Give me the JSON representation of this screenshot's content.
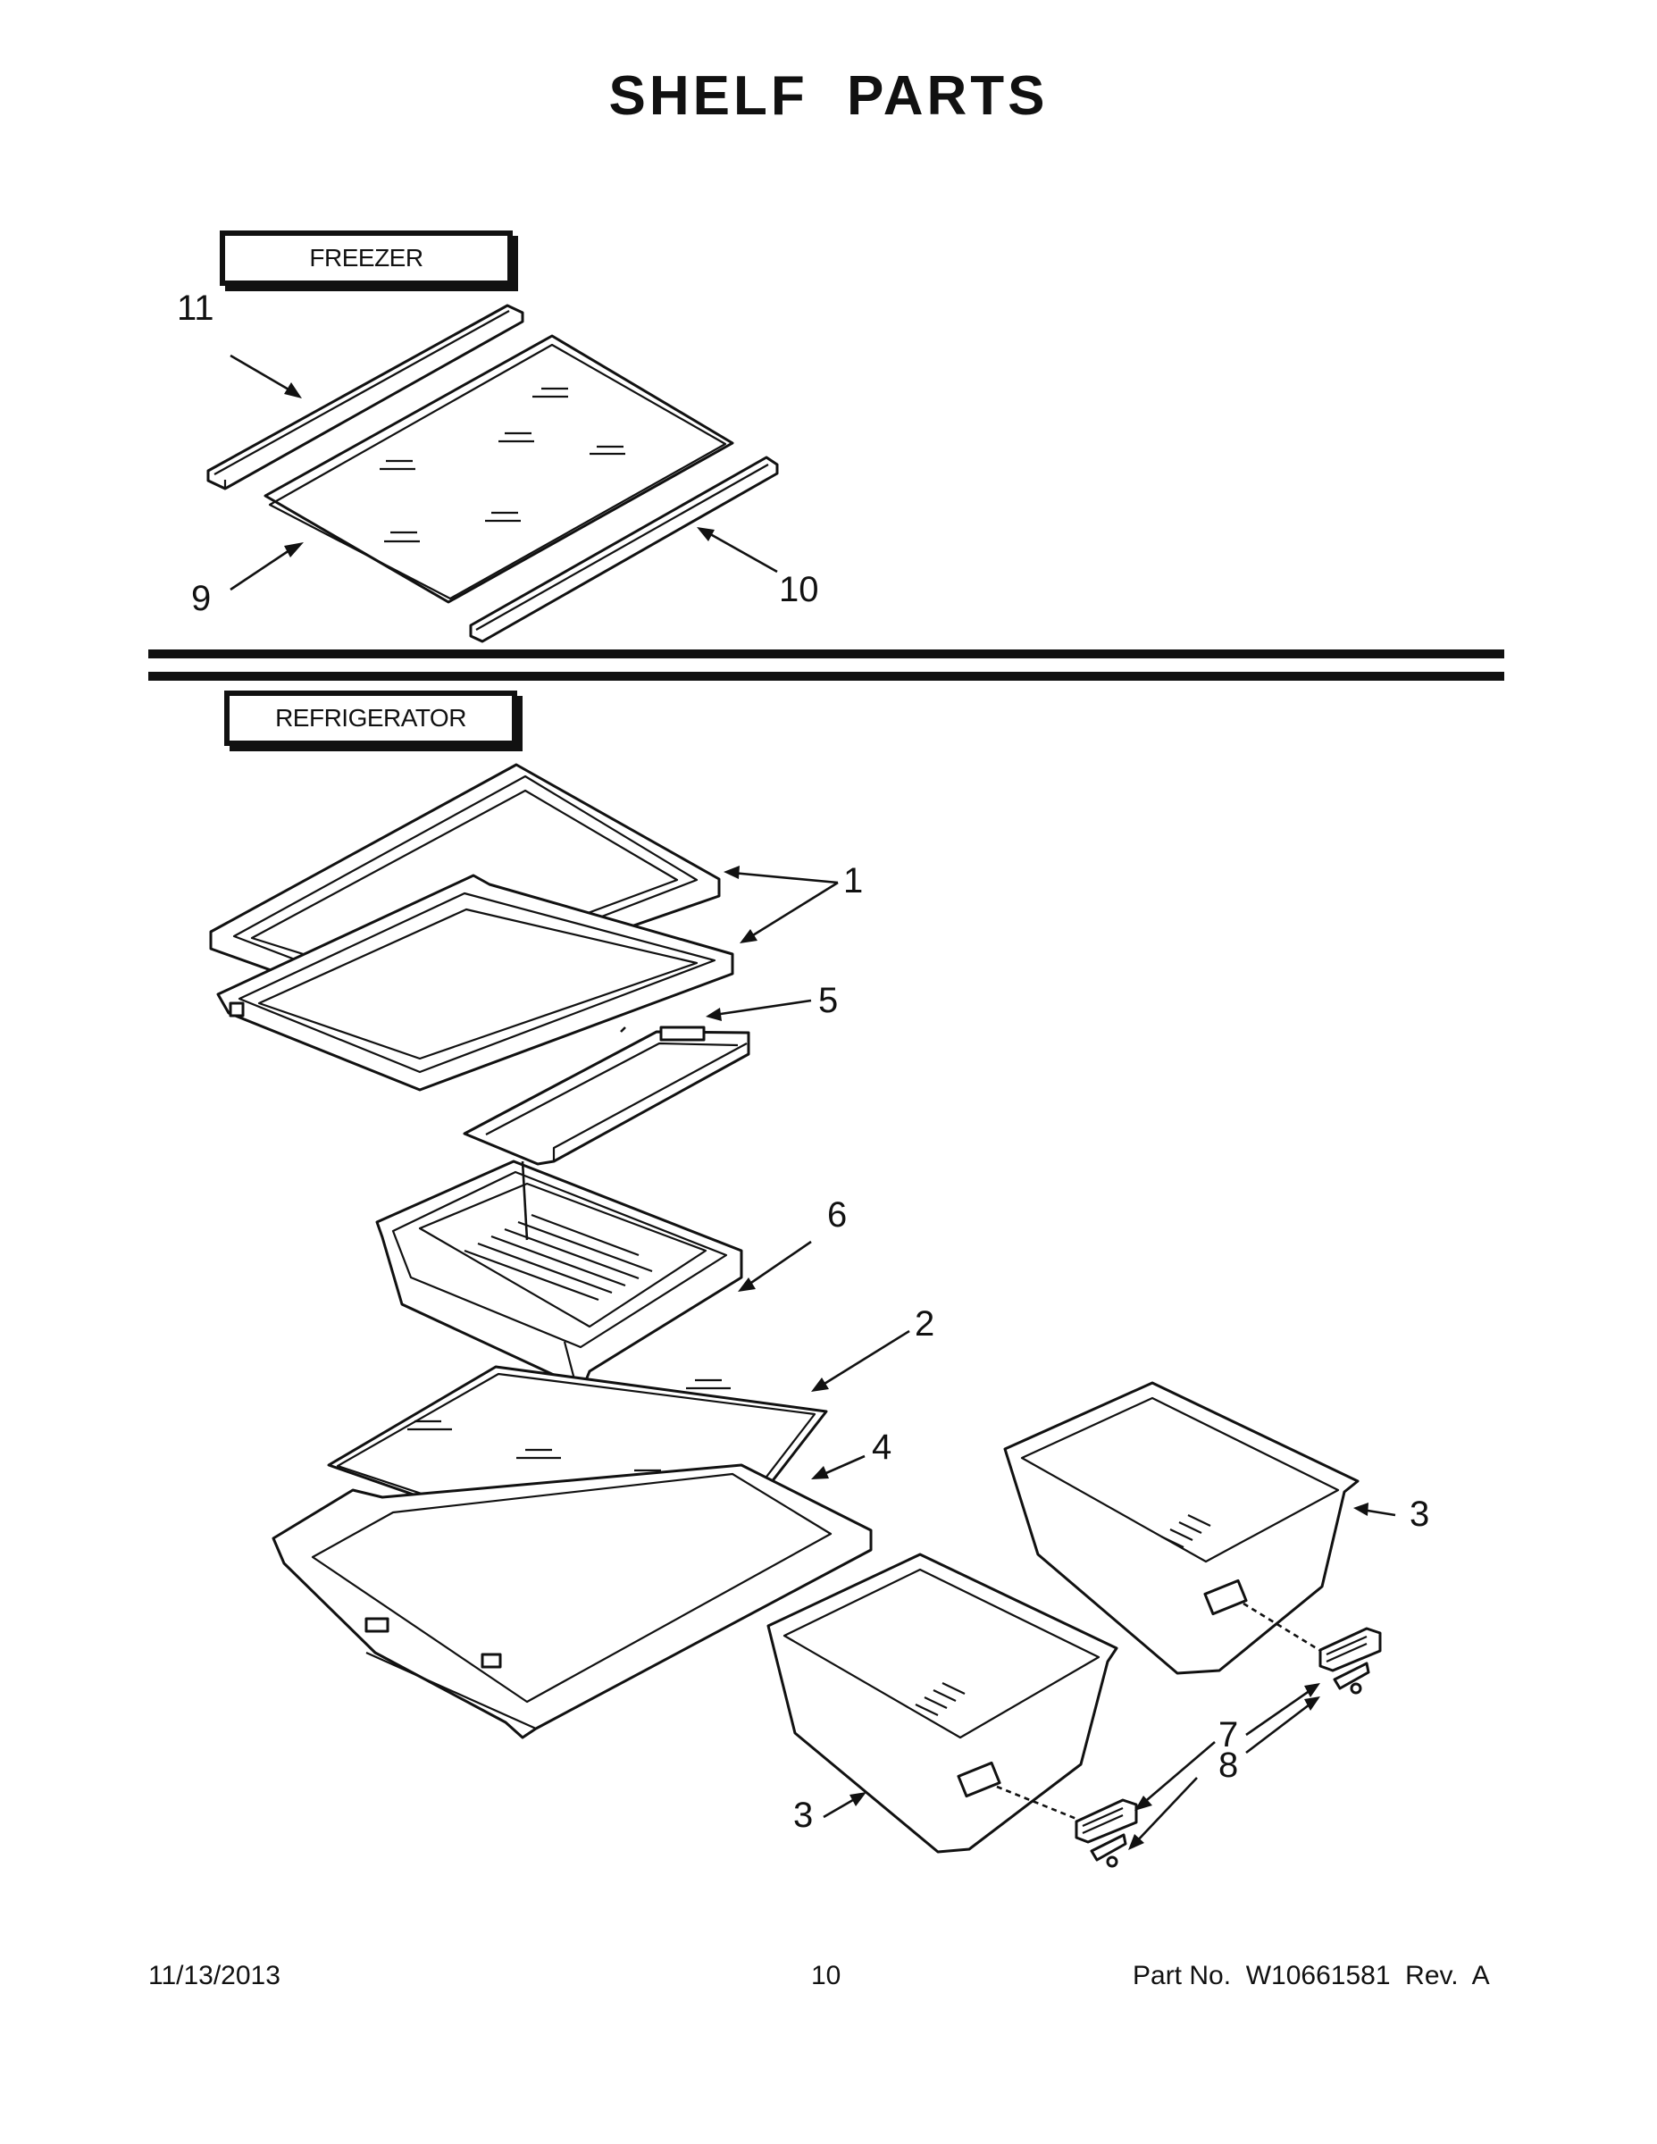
{
  "title": "SHELF PARTS",
  "sections": {
    "freezer": "FREEZER",
    "refrigerator": "REFRIGERATOR"
  },
  "callouts": {
    "c11": "11",
    "c9": "9",
    "c10": "10",
    "c1": "1",
    "c5": "5",
    "c6": "6",
    "c2": "2",
    "c4": "4",
    "c3a": "3",
    "c3b": "3",
    "c7": "7",
    "c8": "8"
  },
  "footer": {
    "date": "11/13/2013",
    "page": "10",
    "part": "Part No.  W10661581  Rev.  A"
  }
}
